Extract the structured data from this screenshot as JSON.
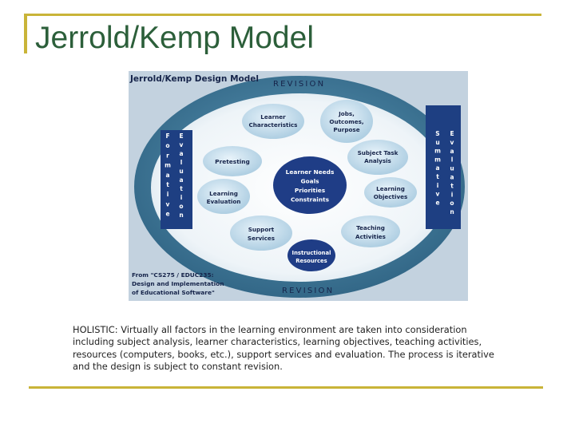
{
  "slide": {
    "title": "Jerrold/Kemp Model",
    "caption": "HOLISTIC:  Virtually all factors in the learning environment are taken into consideration including subject analysis, learner characteristics, learning objectives, teaching activities, resources (computers, books, etc.), support services and evaluation. The process is iterative and the design is subject to constant revision."
  },
  "diagram": {
    "heading": "Jerrold/Kemp Design Model",
    "revision_top": "REVISION",
    "revision_bottom": "REVISION",
    "formative_letters": [
      "F",
      "o",
      "r",
      "m",
      "a",
      "t",
      "i",
      "v",
      "e"
    ],
    "evaluation_left_letters": [
      "E",
      "v",
      "a",
      "l",
      "u",
      "a",
      "t",
      "i",
      "o",
      "n"
    ],
    "summative_letters": [
      "S",
      "u",
      "m",
      "m",
      "a",
      "t",
      "i",
      "v",
      "e"
    ],
    "evaluation_right_letters": [
      "E",
      "v",
      "a",
      "l",
      "u",
      "a",
      "t",
      "i",
      "o",
      "n"
    ],
    "nodes": {
      "learner_characteristics": [
        "Learner",
        "Characteristics"
      ],
      "jobs_outcomes": [
        "Jobs,",
        "Outcomes,",
        "Purpose"
      ],
      "pretesting": [
        "Pretesting"
      ],
      "subject_task": [
        "Subject Task",
        "Analysis"
      ],
      "center": [
        "Learner Needs",
        "Goals",
        "Priorities",
        "Constraints"
      ],
      "learning_evaluation": [
        "Learning",
        "Evaluation"
      ],
      "learning_objectives": [
        "Learning",
        "Objectives"
      ],
      "support_services": [
        "Support",
        "Services"
      ],
      "teaching_activities": [
        "Teaching",
        "Activities"
      ],
      "instructional_resources": [
        "Instructional",
        "Resources"
      ]
    },
    "source": [
      "From \"CS275 / EDUC235:",
      "Design and Implementation",
      "of Educational Software\""
    ]
  },
  "colors": {
    "title": "#2c5f3a",
    "accent_rule": "#c9b438",
    "diagram_bg": "#c3d2df",
    "ring": "#3c7494",
    "side_bar": "#1e3f82",
    "node_light": "#cfe3ef",
    "node_dark": "#1f3d86",
    "node_text": "#16244a"
  }
}
